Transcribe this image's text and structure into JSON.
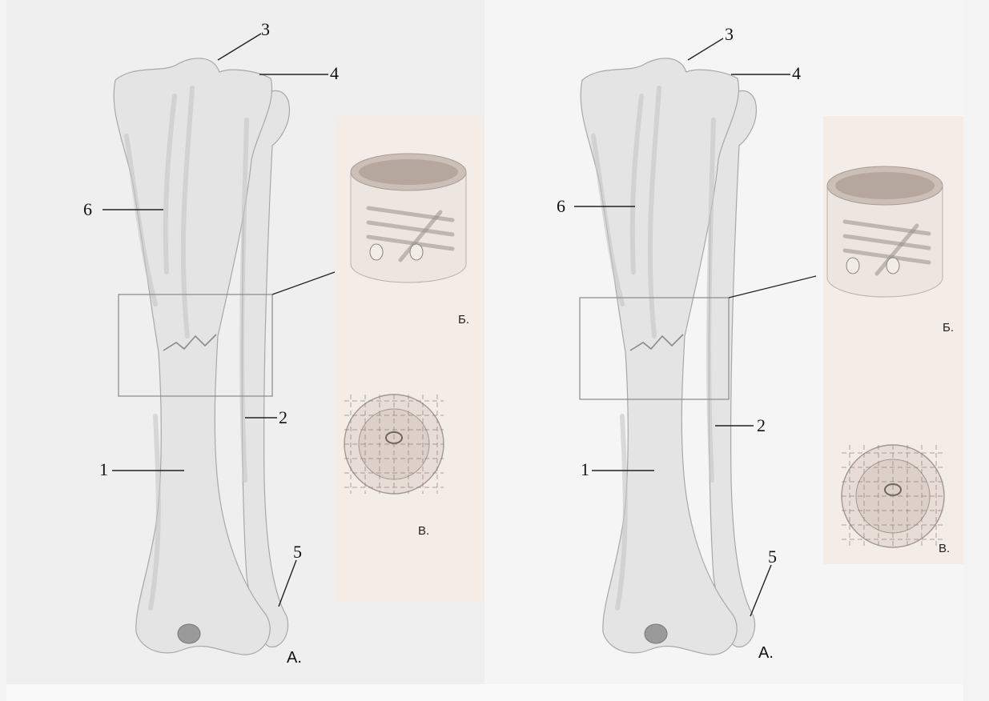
{
  "figure": {
    "panels": [
      {
        "id": "left",
        "labels": {
          "n1": "1",
          "n2": "2",
          "n3": "3",
          "n4": "4",
          "n5": "5",
          "n6": "6",
          "view_a": "А.",
          "view_b": "Б.",
          "view_v": "В."
        }
      },
      {
        "id": "right",
        "labels": {
          "n1": "1",
          "n2": "2",
          "n3": "3",
          "n4": "4",
          "n5": "5",
          "n6": "6",
          "view_a": "А.",
          "view_b": "Б.",
          "view_v": "В."
        }
      }
    ]
  },
  "colors": {
    "bone_fill": "#e4e4e4",
    "bone_shadow": "#c6c6c6",
    "bone_outline": "#a8a8a8",
    "inset_bg": "#f3ece7",
    "leader_line": "#222222"
  }
}
